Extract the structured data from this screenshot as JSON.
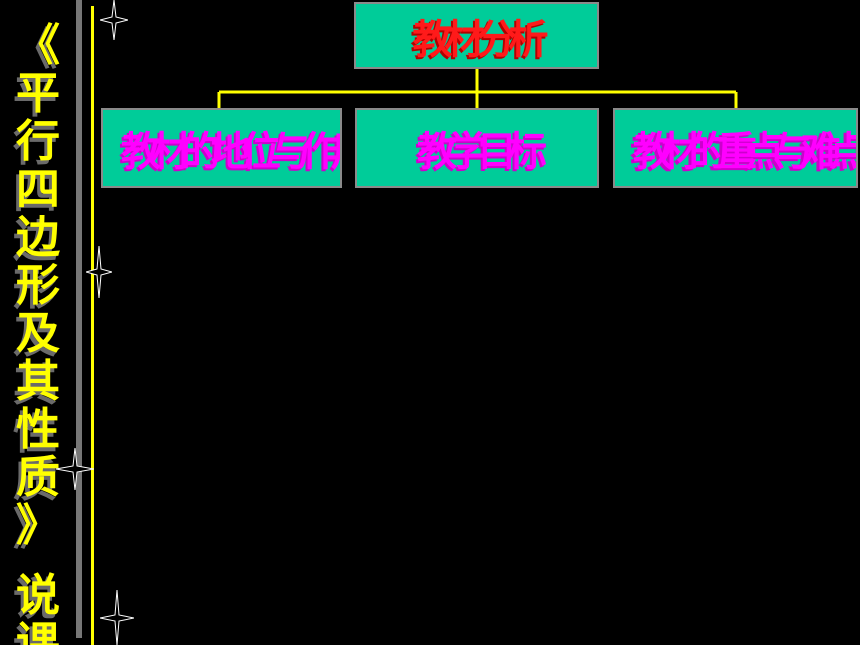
{
  "sidebar": {
    "title_chars": [
      "《",
      "平",
      "行",
      "四",
      "边",
      "形",
      "及",
      "其",
      "性",
      "质",
      "》",
      "说",
      "课"
    ]
  },
  "diagram": {
    "root": "教材分析",
    "children": [
      {
        "label": "教材的地位与作用"
      },
      {
        "label": "教学目标"
      },
      {
        "label": "教材的重点与难点"
      }
    ]
  },
  "colors": {
    "background": "#000000",
    "title": "#ffff00",
    "box_fill": "#00cc99",
    "root_text": "#ff1a1a",
    "child_text": "#ff00ff",
    "connector": "#ffff00"
  }
}
